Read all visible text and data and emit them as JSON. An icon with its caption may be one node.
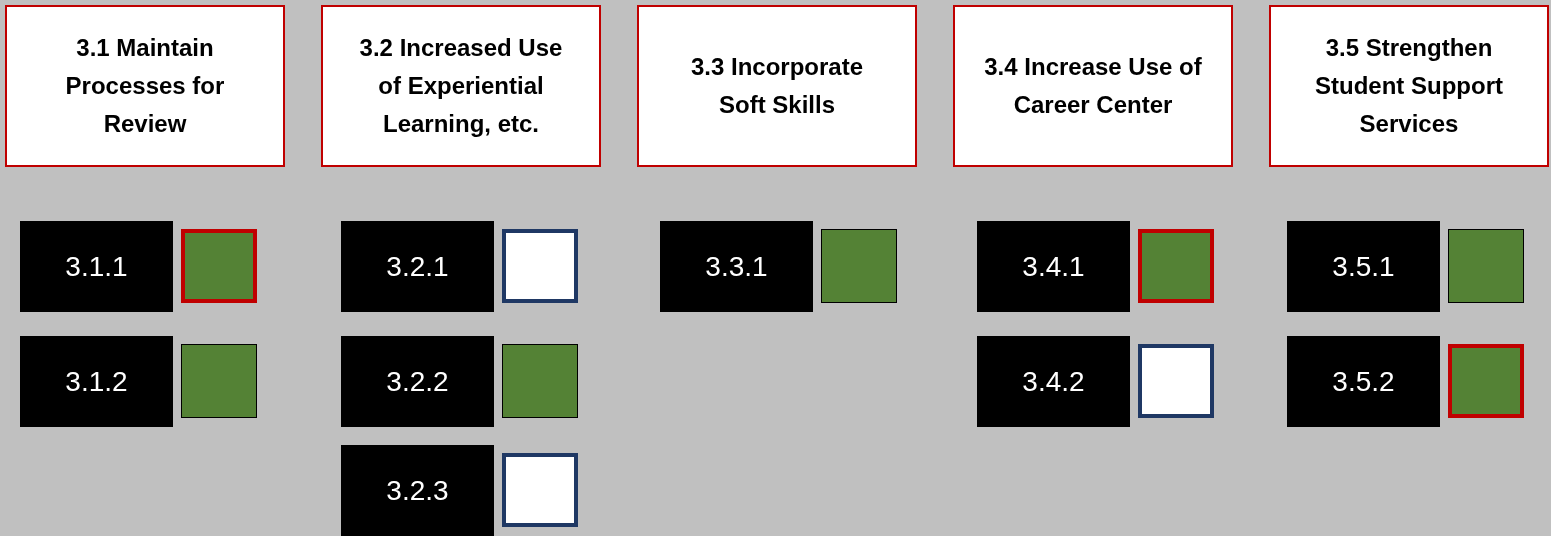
{
  "diagram": {
    "nodes": [
      {
        "text": [
          "3.1 Maintain Processes for Review"
        ]
      },
      {
        "text": [
          "3.2 Increased Use of Experiential Learning, etc."
        ]
      },
      {
        "text": [
          "3.3 Incorporate Soft Skills"
        ]
      },
      {
        "text": [
          "3.4 Increase Use of Career Center"
        ]
      },
      {
        "text": [
          "3.5 Strengthen Student Support Services"
        ]
      },
      {
        "text": [
          "3.1.1"
        ]
      },
      {
        "text": [],
        "shape": "box"
      },
      {
        "text": [
          "3.2.1"
        ]
      },
      {
        "text": [],
        "shape": "box"
      },
      {
        "text": [
          "3.3.1"
        ]
      },
      {
        "text": [],
        "shape": "box"
      },
      {
        "text": [
          "3.4.1"
        ]
      },
      {
        "text": [],
        "shape": "box"
      },
      {
        "text": [
          "3.5.1"
        ]
      },
      {
        "text": [],
        "shape": "box"
      },
      {
        "text": [
          "3.1.2"
        ]
      },
      {
        "text": [],
        "shape": "box"
      },
      {
        "text": [
          "3.2.2"
        ]
      },
      {
        "text": [],
        "shape": "box"
      },
      {
        "text": [
          "3.4.2"
        ]
      },
      {
        "text": [],
        "shape": "box"
      },
      {
        "text": [
          "3.5.2"
        ]
      },
      {
        "text": [],
        "shape": "box"
      },
      {
        "text": [
          "3.2.3"
        ]
      },
      {
        "text": [],
        "shape": "box"
      }
    ],
    "edges": []
  }
}
